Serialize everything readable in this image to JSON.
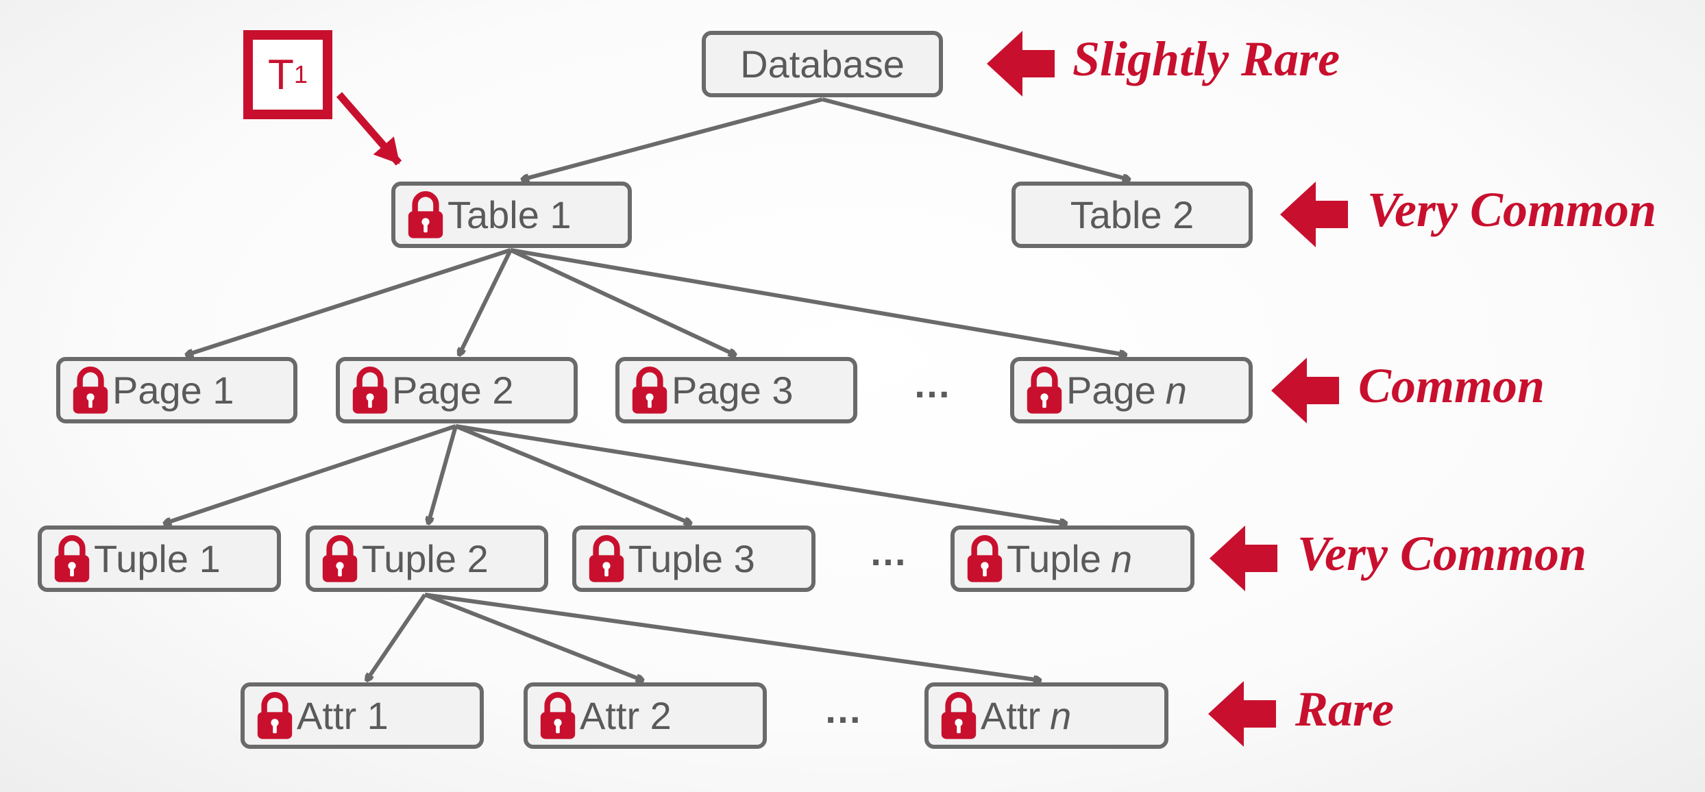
{
  "transaction": {
    "letter": "T",
    "subscript": "1"
  },
  "nodes": {
    "database": "Database",
    "table1": "Table 1",
    "table2": "Table 2",
    "page1": "Page 1",
    "page2": "Page 2",
    "page3": "Page 3",
    "pagen": {
      "prefix": "Page",
      "suffix": "n"
    },
    "tuple1": "Tuple 1",
    "tuple2": "Tuple 2",
    "tuple3": "Tuple 3",
    "tuplen": {
      "prefix": "Tuple",
      "suffix": "n"
    },
    "attr1": "Attr 1",
    "attr2": "Attr 2",
    "attrn": {
      "prefix": "Attr",
      "suffix": "n"
    }
  },
  "ellipsis": "…",
  "level_labels": [
    "Slightly Rare",
    "Very Common",
    "Common",
    "Very Common",
    "Rare"
  ],
  "colors": {
    "accent": "#c8102e",
    "node_border": "#6a6a6a",
    "node_fill": "#f2f2f2",
    "text": "#5a5a5a"
  },
  "icons": {
    "lock": "lock-icon",
    "level_arrow": "left-arrow-icon"
  }
}
